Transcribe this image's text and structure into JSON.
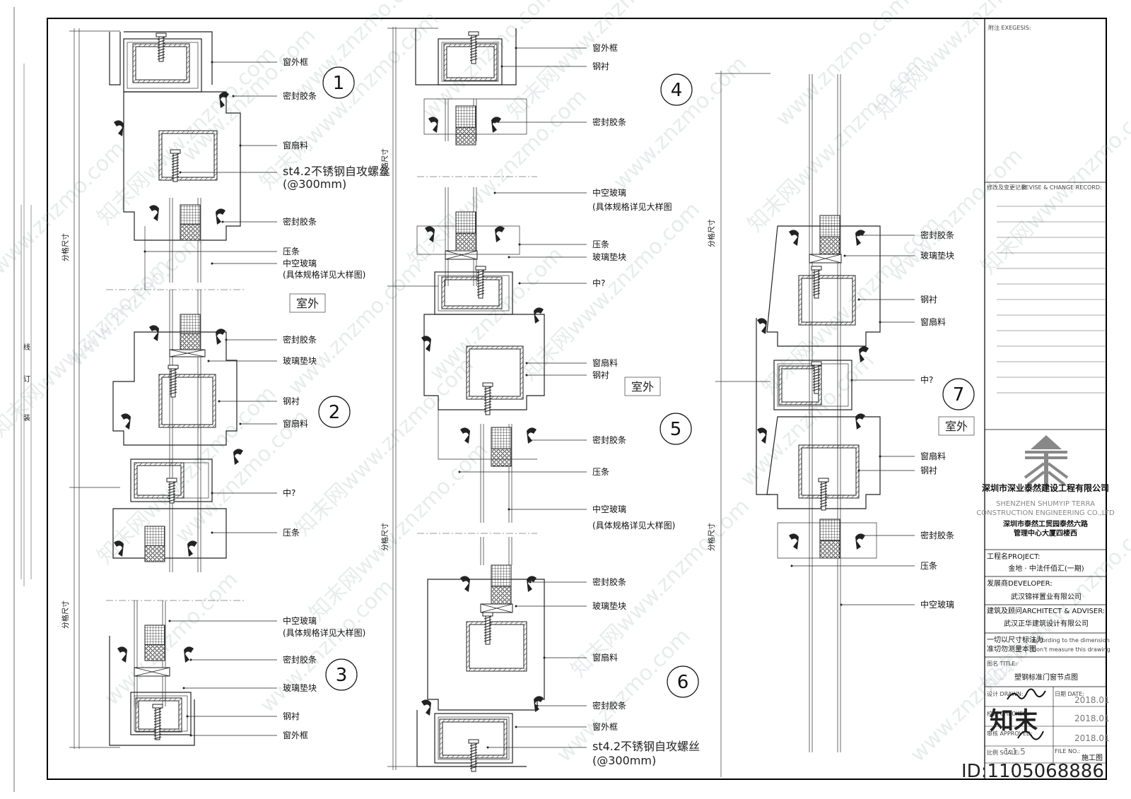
{
  "side_margin": {
    "line_label": "线",
    "bind_label": "订",
    "fold_label": "装"
  },
  "dimension_label": "分格尺寸",
  "outdoor_label": "室外",
  "details": [
    {
      "number": "1",
      "labels": [
        "窗外框",
        "密封胶条",
        "窗扇料",
        "st4.2不锈钢自攻螺丝",
        "(@300mm)",
        "密封胶条",
        "压条",
        "中空玻璃",
        "(具体规格详见大样图)"
      ]
    },
    {
      "number": "2",
      "labels": [
        "密封胶条",
        "玻璃垫块",
        "钢衬",
        "窗扇料",
        "中?",
        "压条"
      ]
    },
    {
      "number": "3",
      "labels": [
        "中空玻璃",
        "(具体规格详见大样图)",
        "密封胶条",
        "玻璃垫块",
        "钢衬",
        "窗外框"
      ]
    },
    {
      "number": "4",
      "labels": [
        "窗外框",
        "钢衬",
        "密封胶条",
        "中空玻璃",
        "(具体规格详见大样图",
        "压条",
        "玻璃垫块",
        "中?"
      ]
    },
    {
      "number": "5",
      "labels": [
        "窗扇料",
        "钢衬",
        "密封胶条",
        "压条",
        "中空玻璃",
        "(具体规格详见大样图)"
      ]
    },
    {
      "number": "6",
      "labels": [
        "密封胶条",
        "玻璃垫块",
        "窗扇料",
        "密封胶条",
        "窗外框",
        "st4.2不锈钢自攻螺丝",
        "(@300mm)"
      ]
    },
    {
      "number": "7",
      "labels": [
        "密封胶条",
        "玻璃垫块",
        "钢衬",
        "窗扇料",
        "中?",
        "窗扇料",
        "钢衬",
        "密封胶条",
        "压条",
        "中空玻璃"
      ]
    }
  ],
  "title_block": {
    "notes_label": "附注 EXEGESIS:",
    "revise_label_cn": "修改及变更记录",
    "revise_label_en": "REVISE & CHANGE RECORD:",
    "company_cn": "深圳市深业泰然建设工程有限公司",
    "company_en_1": "SHENZHEN SHUMYIP TERRA",
    "company_en_2": "CONSTRUCTION ENGINEERING CO.,LTD",
    "address_1": "深圳市泰然工贸园泰然六路",
    "address_2": "管理中心大厦四楼西",
    "project_label": "工程名PROJECT:",
    "project_value": "金地 · 中法仟佰汇(一期)",
    "developer_label": "发展商DEVELOPER:",
    "developer_value": "武汉锦祥置业有限公司",
    "architect_label": "建筑及顾问ARCHITECT & ADVISER:",
    "architect_value": "武汉正华建筑设计有限公司",
    "note_cn_1": "一切以尺寸标注为",
    "note_cn_2": "准切勿测量本图",
    "note_en_1": "According to the dimension",
    "note_en_2": "Don't measure this drawing",
    "title_label": "图名 TITLE:",
    "title_value": "塑钢标准门窗节点图",
    "drawn_label": "设计 DRAWN:",
    "checked_label": "校对 CHECKED:",
    "approved_label": "审核 APPROVED:",
    "date_label": "日期 DATE:",
    "date_1": "2018.01",
    "date_2": "2018.01",
    "date_3": "2018.01",
    "scale_label": "比例 SCALE:",
    "scale_value": "1:1.5",
    "file_label": "FILE NO.:",
    "stage_value": "施工图"
  },
  "watermark_text": "www.znzmo.com",
  "watermark_brand": "知末网",
  "logo_text": "知末",
  "image_id": "ID:1105068886"
}
